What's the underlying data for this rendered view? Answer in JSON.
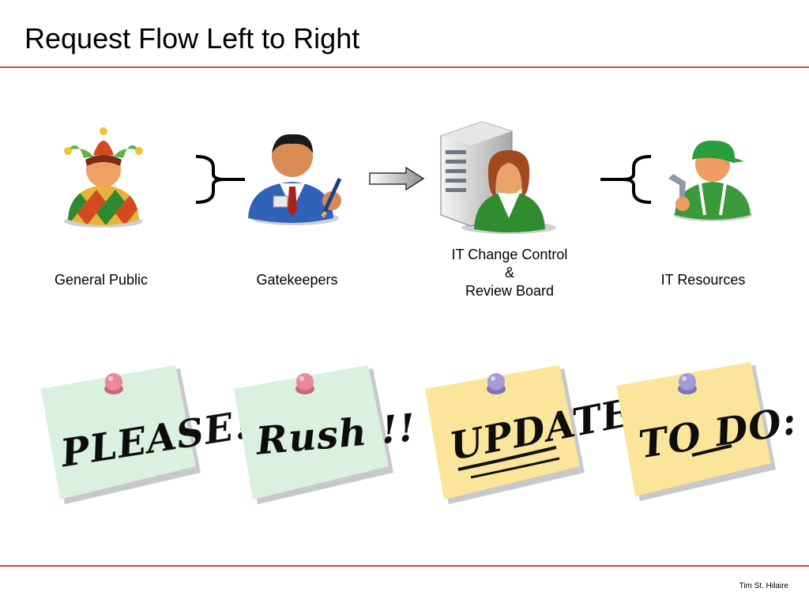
{
  "slide": {
    "title": "Request Flow Left to Right",
    "footer": "Tim St. Hilaire"
  },
  "actors": [
    {
      "label": "General Public",
      "icon": "jester-icon"
    },
    {
      "label": "Gatekeepers",
      "icon": "businessman-icon"
    },
    {
      "label_lines": [
        "IT Change Control",
        "&",
        "Review Board"
      ],
      "icon": "server-admin-icon"
    },
    {
      "label": "IT Resources",
      "icon": "mechanic-icon"
    }
  ],
  "connectors": [
    "right-brace-icon",
    "arrow-right-icon",
    "left-brace-icon"
  ],
  "notes": [
    {
      "text": "PLEASE!!",
      "color": "#daf0e0",
      "pin": "#e88a98"
    },
    {
      "text": "Rush !!",
      "color": "#daf0e0",
      "pin": "#e88a98"
    },
    {
      "text": "UPDATE",
      "color": "#fae59a",
      "pin": "#a79ad8"
    },
    {
      "text": "TO DO:",
      "color": "#fae59a",
      "pin": "#a79ad8"
    }
  ],
  "colors": {
    "accent_rule": "#d9403a"
  }
}
